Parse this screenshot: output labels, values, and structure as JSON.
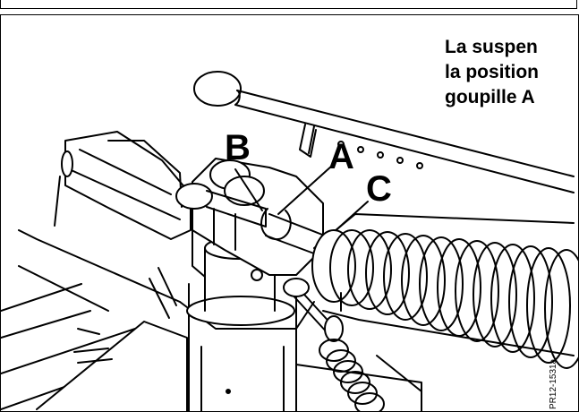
{
  "caption": {
    "line1": "La suspen",
    "line2": "la position",
    "line3": "goupille A"
  },
  "callouts": {
    "a": "A",
    "b": "B",
    "c": "C"
  },
  "figure_ref": "PR12-1531a",
  "colors": {
    "ink": "#000000",
    "paper": "#ffffff"
  }
}
